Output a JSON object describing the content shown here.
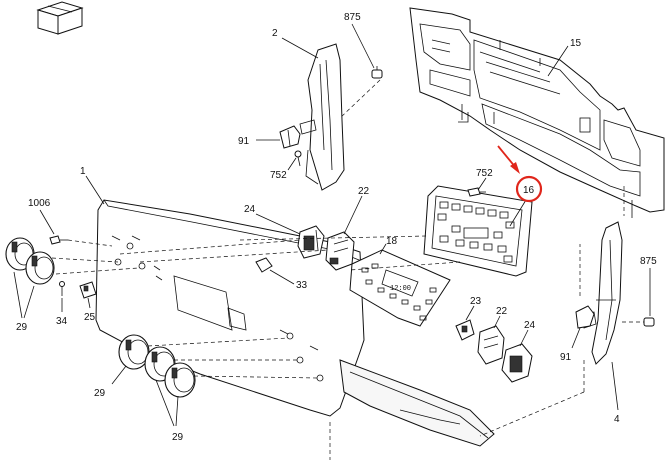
{
  "diagram": {
    "callouts": {
      "p1": "1",
      "p2": "2",
      "p4": "4",
      "p15": "15",
      "p16": "16",
      "p18": "18",
      "p22a": "22",
      "p22b": "22",
      "p23": "23",
      "p24a": "24",
      "p24b": "24",
      "p25": "25",
      "p29a": "29",
      "p29b": "29",
      "p29c": "29",
      "p33": "33",
      "p34": "34",
      "p91a": "91",
      "p91b": "91",
      "p752a": "752",
      "p752b": "752",
      "p875a": "875",
      "p875b": "875",
      "p1006": "1006"
    },
    "clock_display": "12:00",
    "highlight": {
      "target": "16",
      "color": "#e0261b"
    }
  }
}
